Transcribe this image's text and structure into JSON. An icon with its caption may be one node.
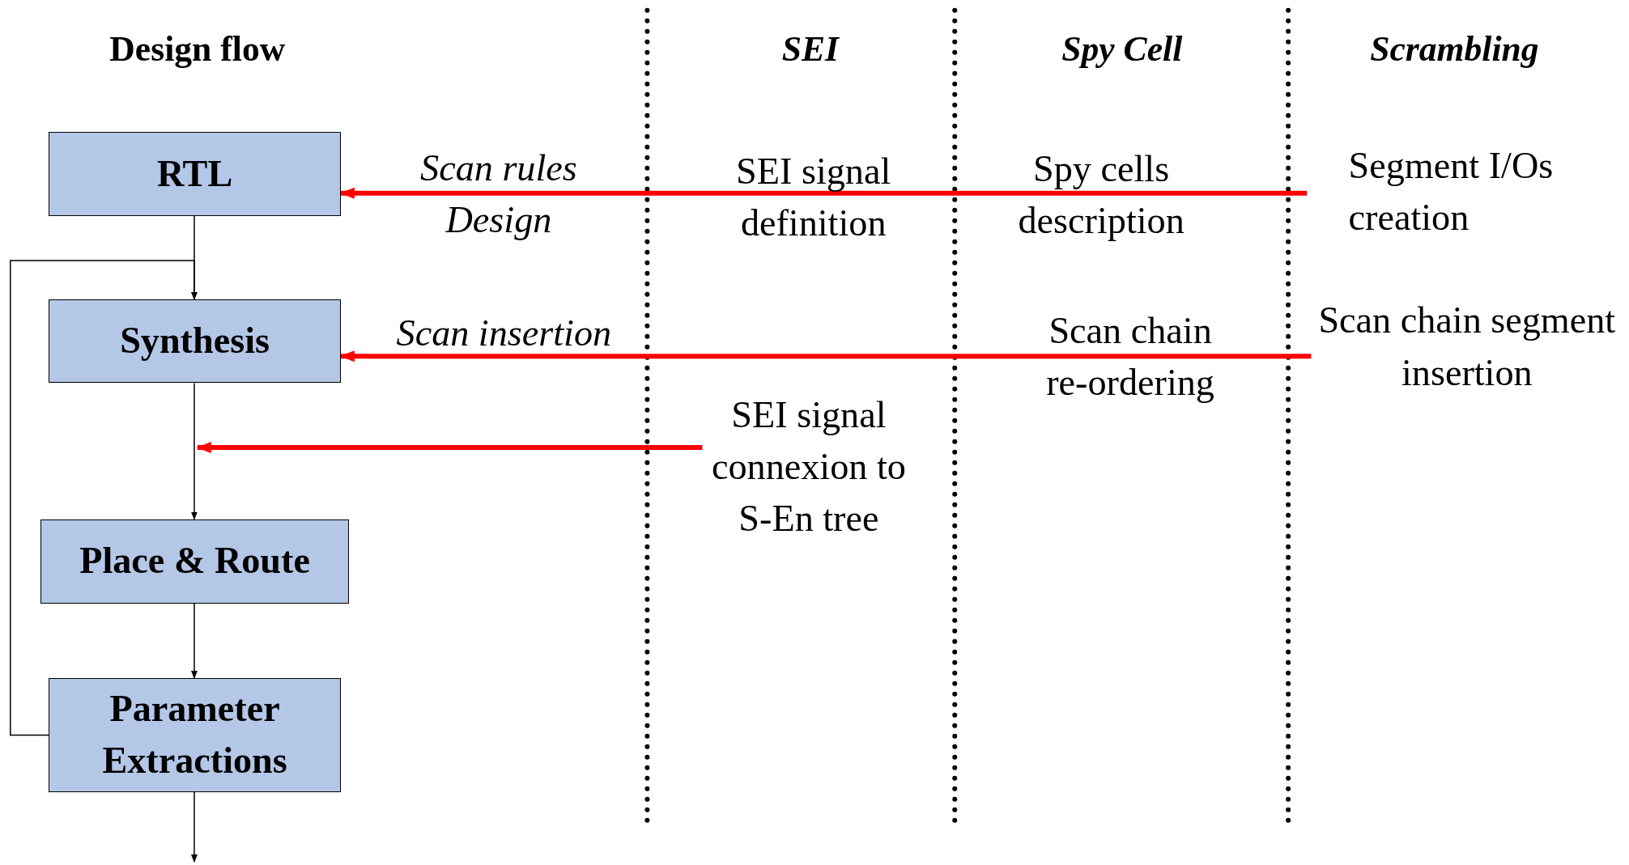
{
  "diagram": {
    "nodes": [
      {
        "text": [
          "RTL"
        ]
      },
      {
        "text": [
          "Synthesis"
        ]
      },
      {
        "text": [
          "Place & Route"
        ]
      },
      {
        "text": [
          "Parameter Extractions"
        ]
      },
      {
        "text": [
          "Segment I/Os creation"
        ]
      },
      {
        "text": [
          "Scan chain segment insertion"
        ]
      },
      {
        "text": [
          "SEI signal connexion to S-En tree"
        ]
      }
    ],
    "edges": [
      {
        "from": 4,
        "to": 0,
        "arrow": "to",
        "label": "Scan rules Design",
        "color": "#ff0000",
        "style": "thick"
      },
      {
        "from": 5,
        "to": 1,
        "arrow": "to",
        "label": "Scan insertion",
        "color": "#ff0000",
        "style": "thick"
      },
      {
        "from": 6,
        "to": null,
        "arrow": "to",
        "color": "#ff0000",
        "style": "thick"
      },
      {
        "from": 0,
        "to": 1,
        "arrow": "to"
      },
      {
        "from": 1,
        "to": 2,
        "arrow": "to"
      },
      {
        "from": 2,
        "to": 3,
        "arrow": "to"
      },
      {
        "from": 3,
        "to": null,
        "arrow": "to"
      },
      {
        "from": 3,
        "to": 1,
        "arrow": "to"
      }
    ],
    "labels": [
      "Design flow",
      "SEI",
      "Spy Cell",
      "Scrambling",
      "SEI signal definition",
      "Spy cells description",
      "Scan chain re-ordering"
    ]
  }
}
